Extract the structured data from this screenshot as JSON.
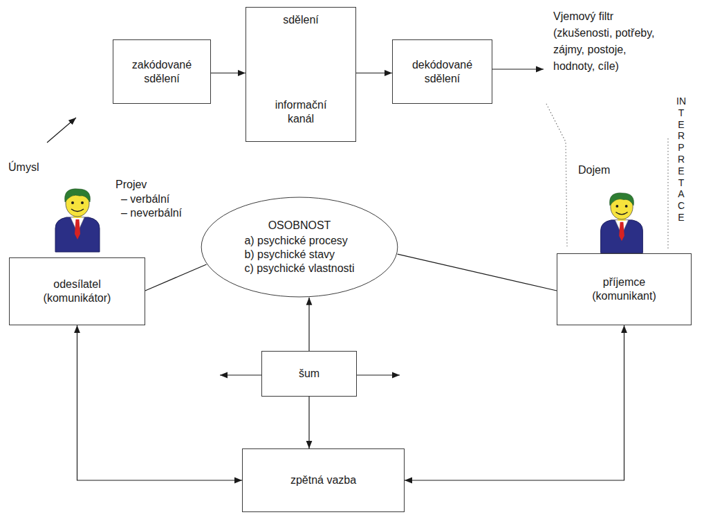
{
  "diagram": {
    "nodes": [
      {
        "text": [
          "zakódované sdělení"
        ]
      },
      {
        "text": [
          "sdělení",
          "informační kanál"
        ]
      },
      {
        "text": [
          "dekódované sdělení"
        ]
      },
      {
        "text": [
          "odesílatel (komunikátor)"
        ]
      },
      {
        "text": [
          "OSOBNOST",
          "a) psychické procesy",
          "b) psychické stavy",
          "c) psychické vlastnosti"
        ]
      },
      {
        "text": [
          "příjemce (komunikant)"
        ]
      },
      {
        "text": [
          "šum"
        ]
      },
      {
        "text": [
          "zpětná vazba"
        ]
      }
    ],
    "edges": [
      {
        "from": 0,
        "to": 1,
        "arrow": "to"
      },
      {
        "from": 1,
        "to": 2,
        "arrow": "to"
      },
      {
        "from": 3,
        "to": 4,
        "arrow": "none"
      },
      {
        "from": 4,
        "to": 5,
        "arrow": "none"
      },
      {
        "from": 6,
        "to": 4,
        "arrow": "to"
      },
      {
        "from": 6,
        "to": 7,
        "arrow": "to"
      },
      {
        "from": 3,
        "to": 7,
        "arrow": "both"
      },
      {
        "from": 5,
        "to": 7,
        "arrow": "both"
      }
    ],
    "labels": [
      "Úmysl",
      "Projev",
      "– verbální",
      "– neverbální",
      "Vjemový filtr (zkušenosti, potřeby, zájmy, postoje, hodnoty, cíle)",
      "Dojem",
      "INTERPRETACE"
    ]
  }
}
